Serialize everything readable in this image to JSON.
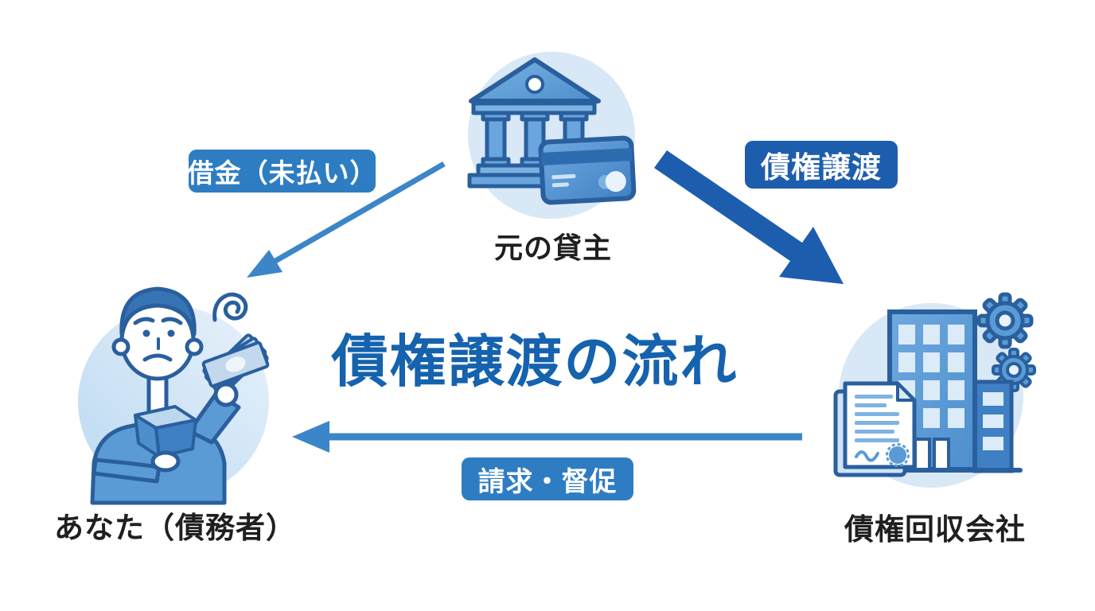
{
  "title": "債権譲渡の流れ",
  "nodes": {
    "lender": {
      "label": "元の貸主",
      "icon": "bank-credit-card-icon"
    },
    "debtor": {
      "label": "あなた（債務者）",
      "icon": "worried-person-icon"
    },
    "collector": {
      "label": "債権回収会社",
      "icon": "office-building-gears-icon"
    }
  },
  "edges": {
    "debt": {
      "label": "借金（未払い）",
      "from": "lender",
      "to": "debtor",
      "style": "thin-arrow"
    },
    "assignment": {
      "label": "債権譲渡",
      "from": "lender",
      "to": "collector",
      "style": "thick-arrow"
    },
    "demand": {
      "label": "請求・督促",
      "from": "collector",
      "to": "debtor",
      "style": "thin-arrow"
    }
  },
  "colors": {
    "background": "#ffffff",
    "title_text": "#1562ae",
    "badge_medium_blue": "#2e7dc2",
    "badge_dark_blue": "#1d5dad",
    "thin_arrow": "#3b86c8",
    "thick_arrow": "#1d5dad",
    "node_label_text": "#1f1f1f",
    "icon_circle_bg": "#d9e8f7",
    "icon_outline": "#2a5f9e",
    "icon_fill_medium": "#5b9bd5",
    "icon_fill_light": "#a9cdec"
  }
}
